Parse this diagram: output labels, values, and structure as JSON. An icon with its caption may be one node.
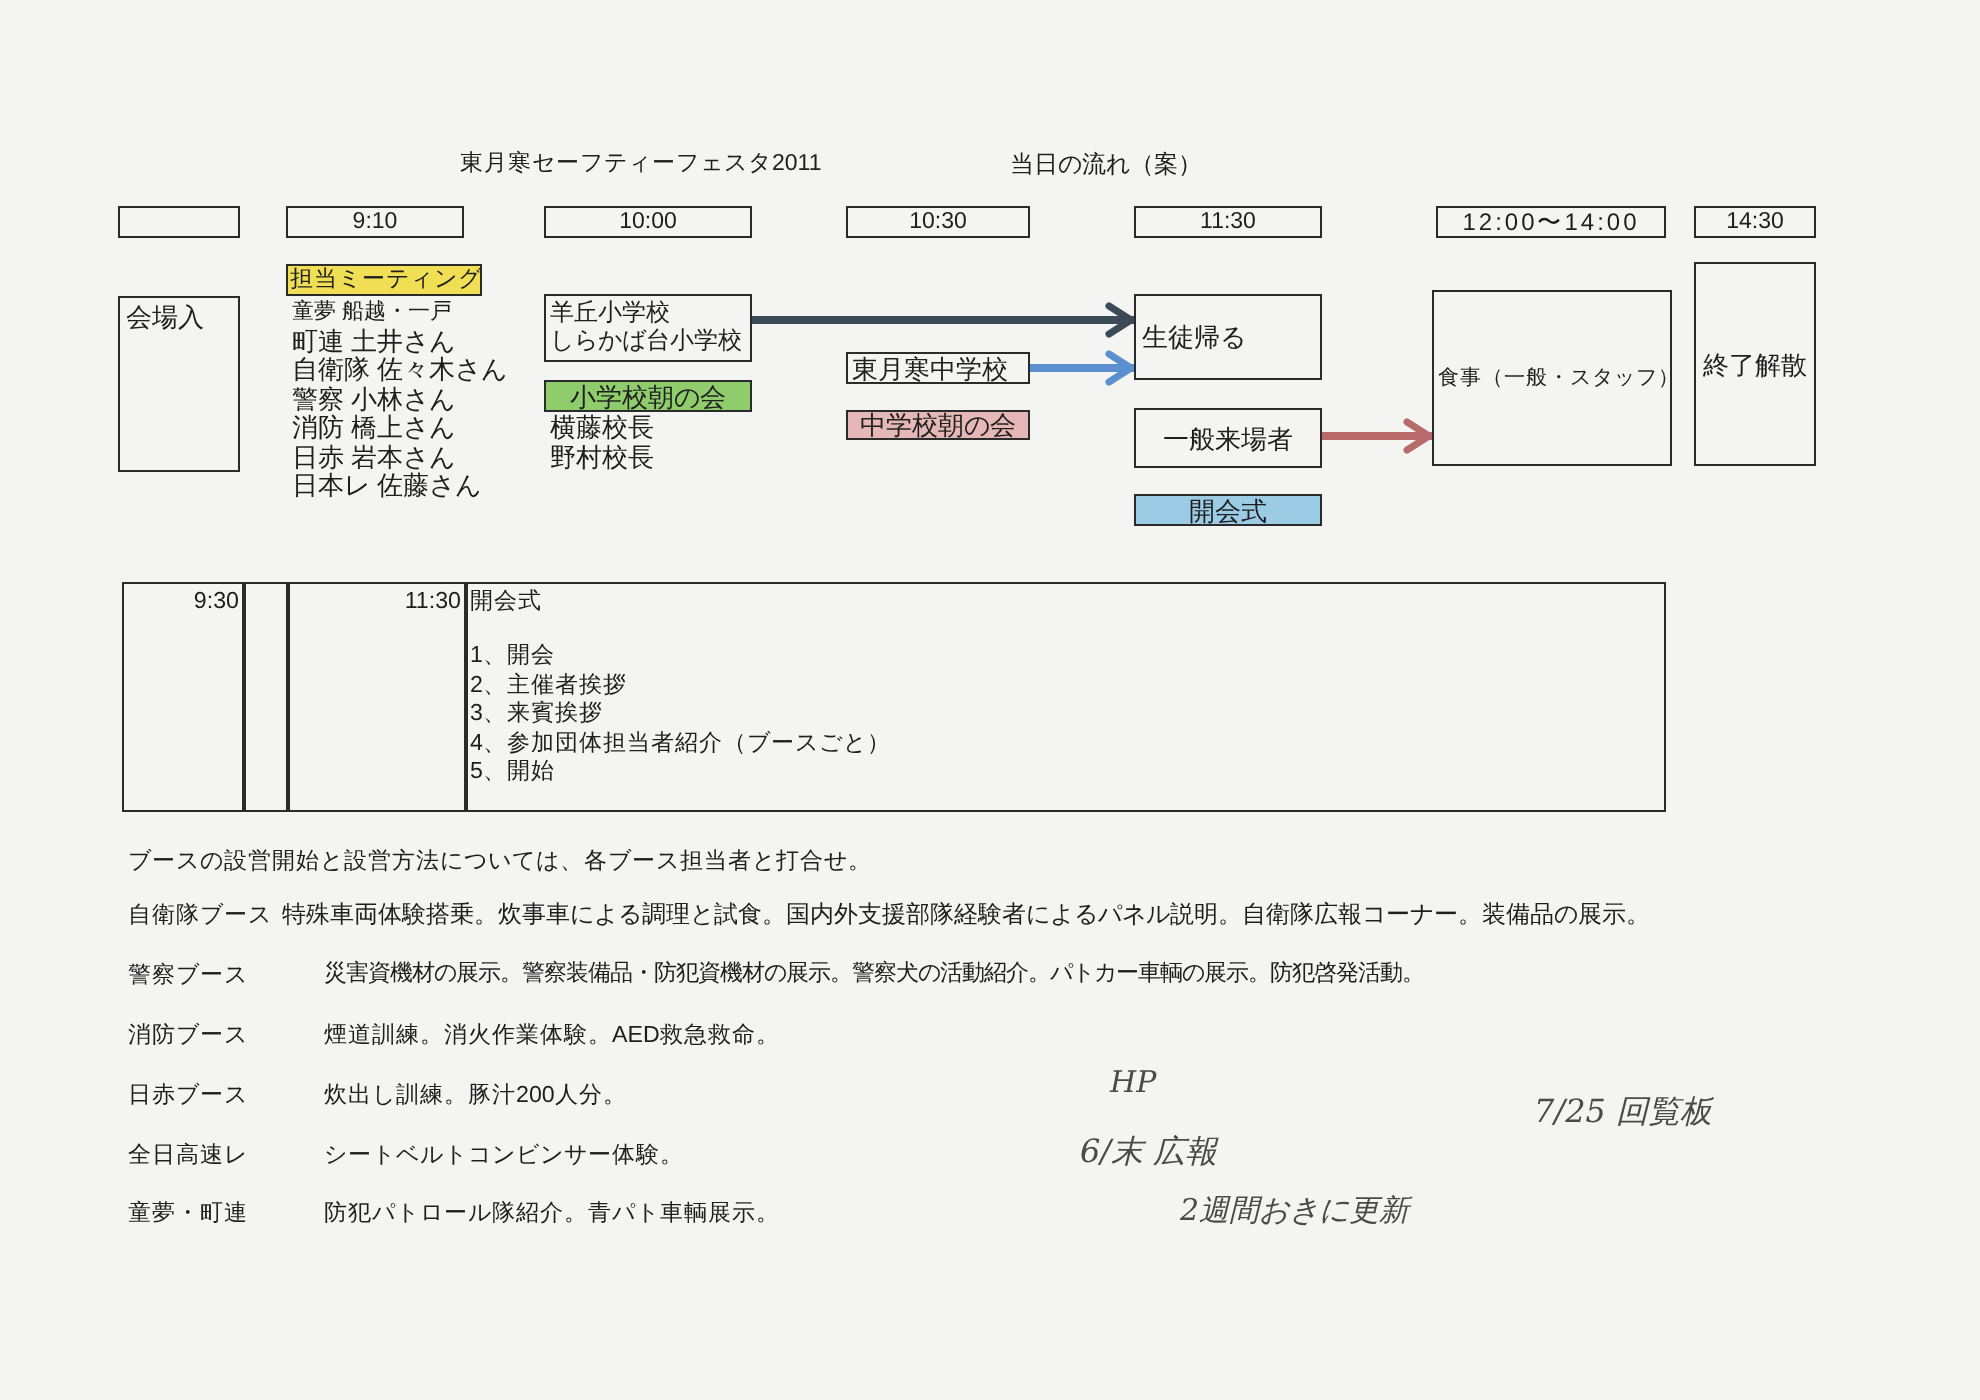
{
  "diagram": {
    "title": "東月寒セーフティーフェスタ2011",
    "nodes": [
      {
        "text": [],
        "shape": "box"
      },
      {
        "text": [
          "9:10"
        ]
      },
      {
        "text": [
          "10:00"
        ]
      },
      {
        "text": [
          "10:30"
        ]
      },
      {
        "text": [
          "11:30"
        ]
      },
      {
        "text": [
          "12:00〜14:00"
        ]
      },
      {
        "text": [
          "14:30"
        ]
      },
      {
        "text": [
          "会場入"
        ]
      },
      {
        "text": [
          "担当ミーティング"
        ]
      },
      {
        "text": [
          "羊丘小学校",
          "しらかば台小学校"
        ]
      },
      {
        "text": [
          "小学校朝の会"
        ]
      },
      {
        "text": [
          "東月寒中学校"
        ]
      },
      {
        "text": [
          "中学校朝の会"
        ]
      },
      {
        "text": [
          "生徒帰る"
        ]
      },
      {
        "text": [
          "一般来場者"
        ]
      },
      {
        "text": [
          "開会式"
        ]
      },
      {
        "text": [
          "食事（一般・スタッフ）"
        ]
      },
      {
        "text": [
          "終了解散"
        ]
      }
    ],
    "edges": [
      {
        "from": 9,
        "to": 13,
        "arrow": "to",
        "color": "#3c4a56"
      },
      {
        "from": 11,
        "to": 13,
        "arrow": "to",
        "color": "#5a8fd0"
      },
      {
        "from": 14,
        "to": 16,
        "arrow": "to",
        "color": "#b86a6a"
      }
    ],
    "labels": [
      "当日の流れ（案）",
      "童夢 船越・一戸",
      "町連 土井さん",
      "自衛隊 佐々木さん",
      "警察 小林さん",
      "消防 橋上さん",
      "日赤 岩本さん",
      "日本レ 佐藤さん",
      "横藤校長",
      "野村校長",
      "9:30",
      "11:30",
      "開会式",
      "1、開会",
      "2、主催者挨拶",
      "3、来賓挨拶",
      "4、参加団体担当者紹介（ブースごと）",
      "5、開始",
      "ブースの設営開始と設営方法については、各ブース担当者と打合せ。",
      "自衛隊ブース",
      "特殊車両体験搭乗。炊事車による調理と試食。国内外支援部隊経験者によるパネル説明。自衛隊広報コーナー。装備品の展示。",
      "警察ブース",
      "災害資機材の展示。警察装備品・防犯資機材の展示。警察犬の活動紹介。パトカー車輌の展示。防犯啓発活動。",
      "消防ブース",
      "煙道訓練。消火作業体験。AED救急救命。",
      "日赤ブース",
      "炊出し訓練。豚汁200人分。",
      "全日高速レ",
      "シートベルトコンビンサー体験。",
      "童夢・町連",
      "防犯パトロール隊紹介。青パト車輌展示。",
      "HP",
      "7/25 回覧板",
      "6/末 広報",
      "2週間おきに更新"
    ]
  }
}
